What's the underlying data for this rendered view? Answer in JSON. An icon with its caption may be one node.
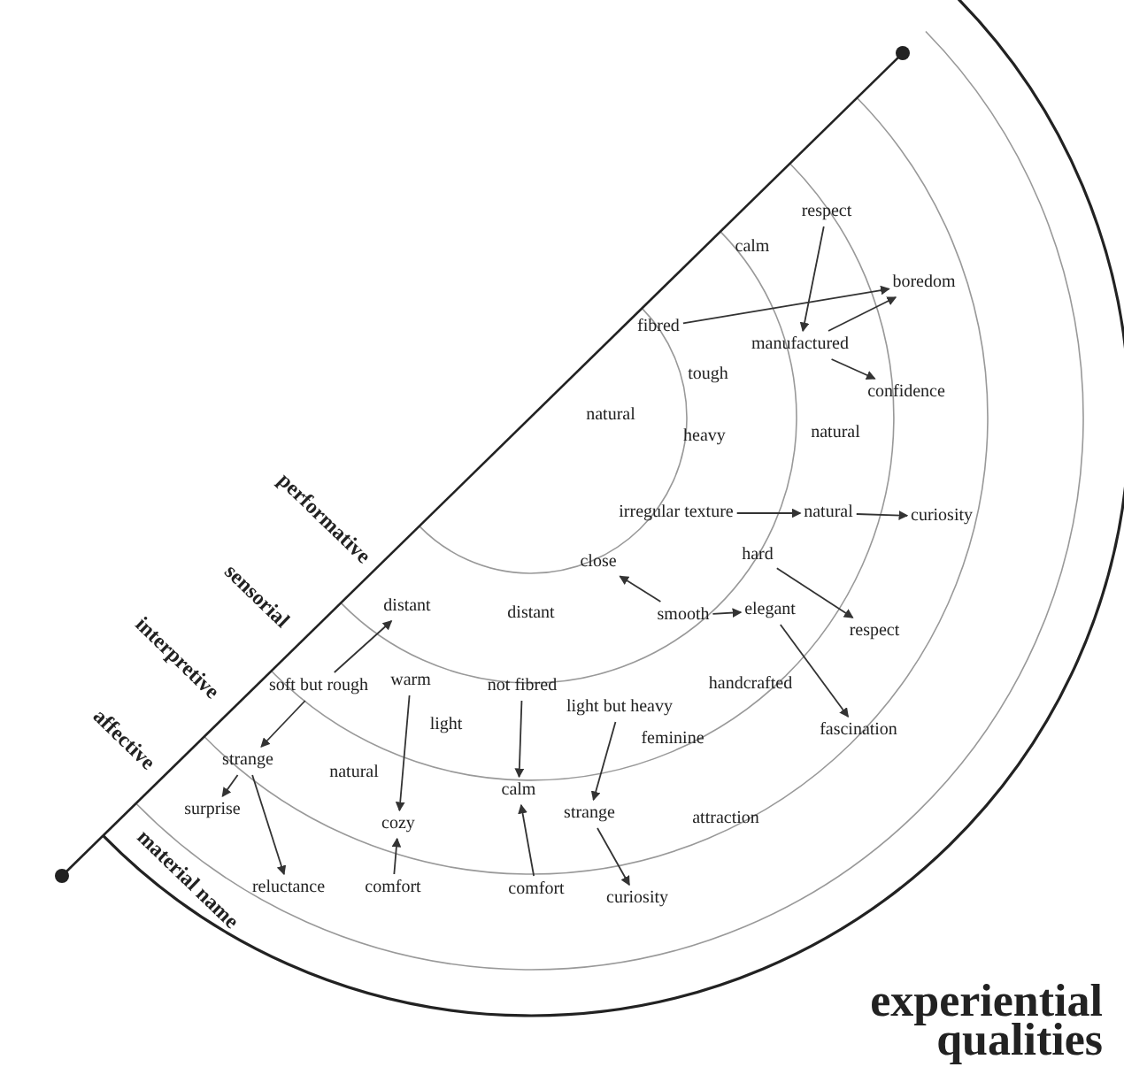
{
  "diagram": {
    "title": "experiential qualities",
    "nodes": [
      {
        "text": [
          "respect"
        ]
      },
      {
        "text": [
          "calm"
        ]
      },
      {
        "text": [
          "boredom"
        ]
      },
      {
        "text": [
          "fibred"
        ]
      },
      {
        "text": [
          "manufactured"
        ]
      },
      {
        "text": [
          "tough"
        ]
      },
      {
        "text": [
          "confidence"
        ]
      },
      {
        "text": [
          "natural"
        ]
      },
      {
        "text": [
          "heavy"
        ]
      },
      {
        "text": [
          "natural"
        ]
      },
      {
        "text": [
          "natural"
        ]
      },
      {
        "text": [
          "curiosity"
        ]
      },
      {
        "text": [
          "irregular texture"
        ]
      },
      {
        "text": [
          "close"
        ]
      },
      {
        "text": [
          "hard"
        ]
      },
      {
        "text": [
          "distant"
        ]
      },
      {
        "text": [
          "distant"
        ]
      },
      {
        "text": [
          "smooth"
        ]
      },
      {
        "text": [
          "elegant"
        ]
      },
      {
        "text": [
          "respect"
        ]
      },
      {
        "text": [
          "soft but rough"
        ]
      },
      {
        "text": [
          "warm"
        ]
      },
      {
        "text": [
          "not fibred"
        ]
      },
      {
        "text": [
          "handcrafted"
        ]
      },
      {
        "text": [
          "light but heavy"
        ]
      },
      {
        "text": [
          "light"
        ]
      },
      {
        "text": [
          "fascination"
        ]
      },
      {
        "text": [
          "feminine"
        ]
      },
      {
        "text": [
          "strange"
        ]
      },
      {
        "text": [
          "natural"
        ]
      },
      {
        "text": [
          "calm"
        ]
      },
      {
        "text": [
          "surprise"
        ]
      },
      {
        "text": [
          "strange"
        ]
      },
      {
        "text": [
          "attraction"
        ]
      },
      {
        "text": [
          "cozy"
        ]
      },
      {
        "text": [
          "reluctance"
        ]
      },
      {
        "text": [
          "comfort"
        ]
      },
      {
        "text": [
          "comfort"
        ]
      },
      {
        "text": [
          "curiosity"
        ]
      }
    ],
    "edges": [
      {
        "from": 0,
        "to": 4,
        "arrow": "to"
      },
      {
        "from": 3,
        "to": 2,
        "arrow": "to"
      },
      {
        "from": 4,
        "to": 2,
        "arrow": "to"
      },
      {
        "from": 4,
        "to": 6,
        "arrow": "to"
      },
      {
        "from": 12,
        "to": 10,
        "arrow": "to"
      },
      {
        "from": 10,
        "to": 11,
        "arrow": "to"
      },
      {
        "from": 14,
        "to": 19,
        "arrow": "to"
      },
      {
        "from": 17,
        "to": 18,
        "arrow": "to"
      },
      {
        "from": 18,
        "to": 26,
        "arrow": "to"
      },
      {
        "from": 17,
        "to": 13,
        "arrow": "to"
      },
      {
        "from": 20,
        "to": 15,
        "arrow": "to"
      },
      {
        "from": 20,
        "to": 28,
        "arrow": "to"
      },
      {
        "from": 28,
        "to": 31,
        "arrow": "to"
      },
      {
        "from": 28,
        "to": 35,
        "arrow": "to"
      },
      {
        "from": 21,
        "to": 34,
        "arrow": "to"
      },
      {
        "from": 36,
        "to": 34,
        "arrow": "to"
      },
      {
        "from": 22,
        "to": 30,
        "arrow": "to"
      },
      {
        "from": 37,
        "to": 30,
        "arrow": "to"
      },
      {
        "from": 24,
        "to": 32,
        "arrow": "to"
      },
      {
        "from": 32,
        "to": 38,
        "arrow": "to"
      }
    ],
    "labels": [
      "performative",
      "sensorial",
      "interpretive",
      "affective",
      "material name"
    ]
  }
}
